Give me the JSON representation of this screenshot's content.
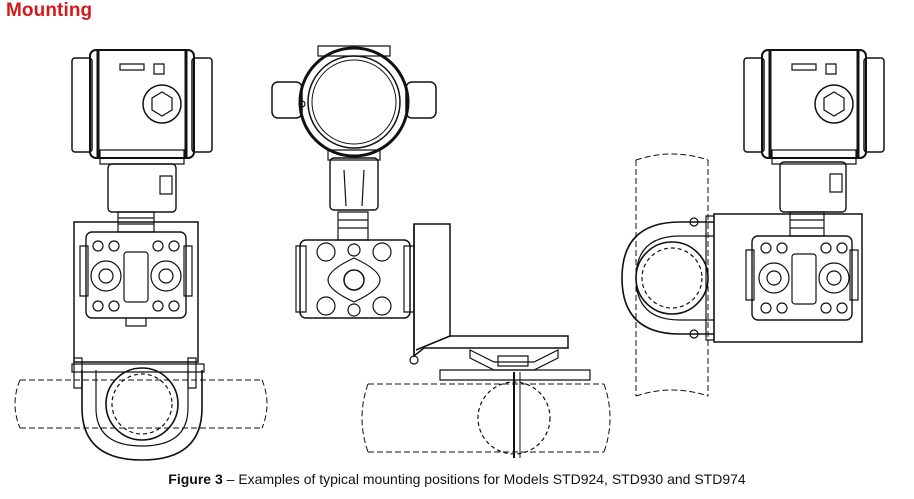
{
  "heading": "Mounting",
  "caption": {
    "label": "Figure 3",
    "text": " – Examples of typical mounting positions for Models STD924, STD930 and STD974"
  },
  "colors": {
    "heading": "#d41a1a",
    "line": "#111111"
  }
}
